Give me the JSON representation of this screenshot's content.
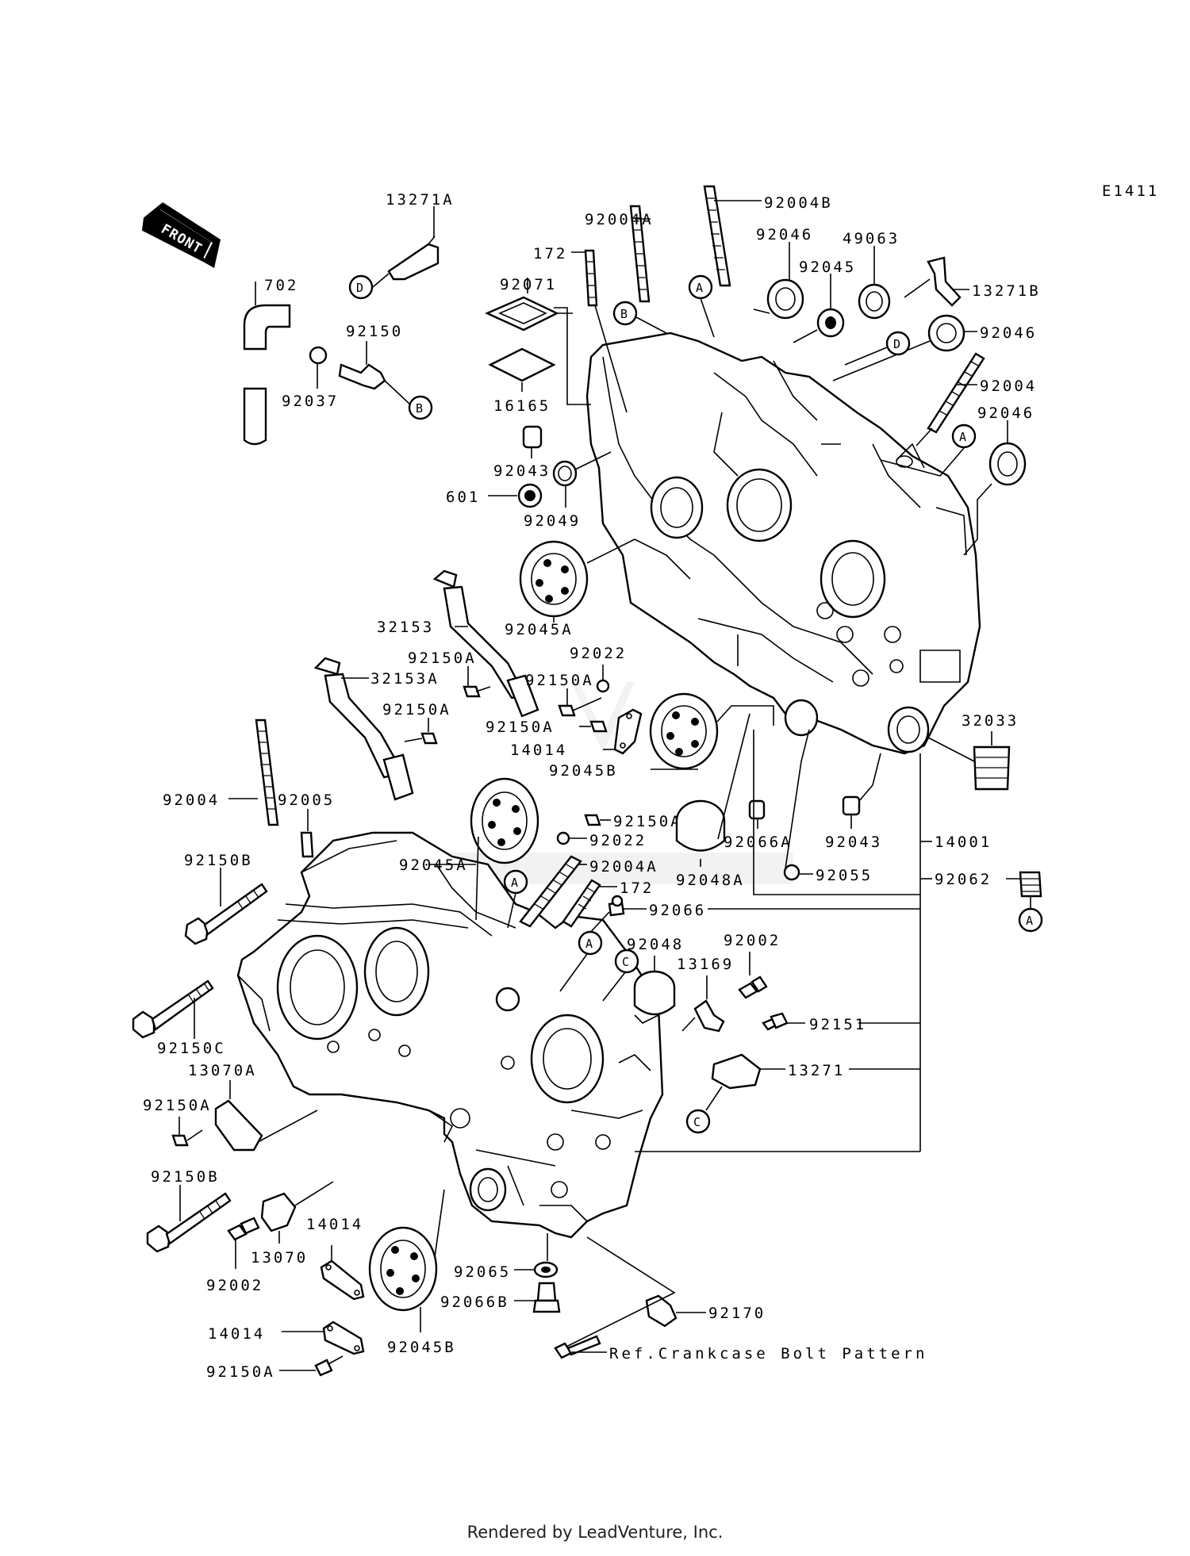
{
  "diagram_code": "E1411",
  "front_label": "FRONT",
  "callouts": {
    "a": "A",
    "b": "B",
    "c": "C",
    "d": "D"
  },
  "parts": {
    "p13271A": "13271A",
    "p702": "702",
    "p92150": "92150",
    "p92037": "92037",
    "p92004A_top": "92004A",
    "p92004B": "92004B",
    "p172_top": "172",
    "p92071": "92071",
    "p16165": "16165",
    "p92043_top": "92043",
    "p601": "601",
    "p92049": "92049",
    "p92046_a": "92046",
    "p92045": "92045",
    "p49063": "49063",
    "p13271B": "13271B",
    "p92046_b": "92046",
    "p92004_right": "92004",
    "p92046_c": "92046",
    "p92045A_top": "92045A",
    "p32153": "32153",
    "p92150A_1": "92150A",
    "p32153A": "32153A",
    "p92150A_2": "92150A",
    "p92150A_3": "92150A",
    "p92022_top": "92022",
    "p92150A_4": "92150A",
    "p14014_top": "14014",
    "p92045B_top": "92045B",
    "p32033": "32033",
    "p92004_left": "92004",
    "p92005": "92005",
    "p92045A_mid": "92045A",
    "p92150A_5": "92150A",
    "p92022_mid": "92022",
    "p92004A_mid": "92004A",
    "p172_mid": "172",
    "p92066": "92066",
    "p92048A": "92048A",
    "p92066A": "92066A",
    "p92043_mid": "92043",
    "p14001": "14001",
    "p92055": "92055",
    "p92062": "92062",
    "p92150B_top": "92150B",
    "p92150C": "92150C",
    "p92048": "92048",
    "p13169": "13169",
    "p92002_right": "92002",
    "p92151": "92151",
    "p13271": "13271",
    "p13070A": "13070A",
    "p92150A_6": "92150A",
    "p92150B_bot": "92150B",
    "p13070": "13070",
    "p92002_left": "92002",
    "p14014_mid": "14014",
    "p14014_bot": "14014",
    "p92150A_7": "92150A",
    "p92045B_bot": "92045B",
    "p92065": "92065",
    "p92066B": "92066B",
    "p92170": "92170",
    "ref_bolt_pattern": "Ref.Crankcase Bolt Pattern"
  },
  "footer": "Rendered by LeadVenture, Inc."
}
